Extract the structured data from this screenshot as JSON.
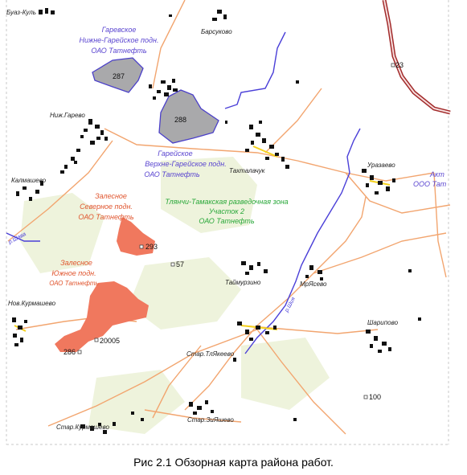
{
  "colors": {
    "field_gray": "#a9a9ab",
    "field_gray_outline": "#4b40c9",
    "field_red": "#f0785e",
    "road": "#f2a56f",
    "river": "#4a3fd8",
    "pipeline": "#a22a2a",
    "label_blue": "#5a45d0",
    "label_red": "#e0562f",
    "label_green": "#2aa83a",
    "building": "#111111",
    "street": "#f5d21e",
    "forest": "#eef3dc"
  },
  "villages": {
    "buaz_kul": "Буаз-Куль",
    "barsukovo": "Барсуково",
    "nizh_garevo": "Ниж.Гарево",
    "kalmashevo": "Калмашево",
    "takhtalachuk": "Тахталачук",
    "urazaevo": "Уразаево",
    "taymurzino": "Таймурзино",
    "mryasevo": "МрЯсево",
    "nov_kurmashevo": "Нов.Курмашево",
    "sharipovo": "Шарипово",
    "star_tlyakhevo": "Стар.ТлЯкеево",
    "star_kurmashevo": "Стар.Курмашево",
    "star_ziyashevo": "Стар.ЗиЯшево"
  },
  "fields": {
    "garey_lower": [
      "Гаревское",
      "Нижне-Гарейское подн.",
      "ОАО Татнефть"
    ],
    "garey_upper": [
      "Гарейское",
      "Верхне-Гарейское подн.",
      "ОАО Татнефть"
    ],
    "zalesnoe_north": [
      "Залесное",
      "Северное подн.",
      "ОАО Татнефть"
    ],
    "zalesnoe_south": [
      "Залесное",
      "Южное подн.",
      "ОАО Татнефть"
    ],
    "zone": [
      "Тлянчи-Тамакская разведочная зона",
      "Участок 2",
      "ОАО Татнефть"
    ],
    "akt": [
      "Акт",
      "ООО Тат"
    ]
  },
  "wells": {
    "w287": "287",
    "w288": "288",
    "w293": "293",
    "w57": "57",
    "w286": "286",
    "w20005": "20005",
    "w100": "100",
    "w23": "23"
  },
  "rivers": {
    "shiya": "р.Шия",
    "ryshava": "р.Шава"
  },
  "caption": "Рис 2.1 Обзорная карта района работ."
}
